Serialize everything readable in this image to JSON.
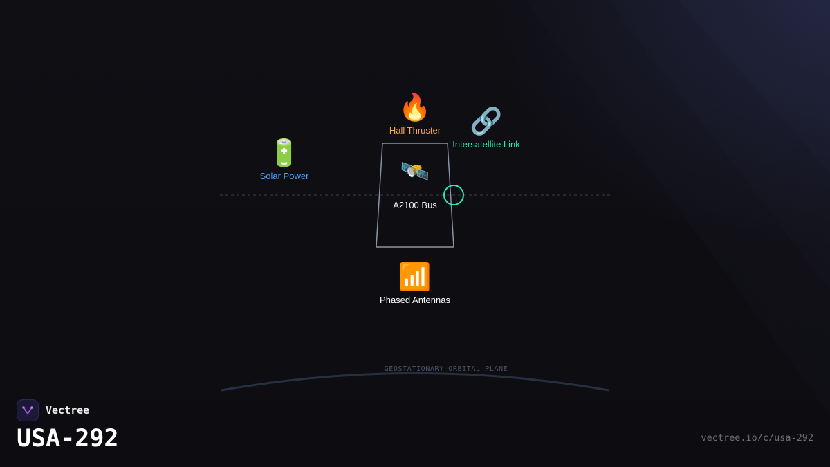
{
  "diagram": {
    "bus": {
      "icon": "satellite-icon",
      "glyph": "🛰️",
      "label": "A2100 Bus"
    },
    "components": {
      "solar": {
        "icon": "battery-icon",
        "glyph": "🔋",
        "label": "Solar Power",
        "color": "#4a9ff5"
      },
      "thruster": {
        "icon": "fire-icon",
        "glyph": "🔥",
        "label": "Hall Thruster",
        "color": "#f5a54a"
      },
      "link": {
        "icon": "link-icon",
        "glyph": "🔗",
        "label": "Intersatellite Link",
        "color": "#2ee6b8"
      },
      "antennas": {
        "icon": "signal-bars-icon",
        "glyph": "📶",
        "label": "Phased Antennas",
        "color": "#ffffff"
      }
    },
    "orbital_plane_label": "GEOSTATIONARY ORBITAL PLANE",
    "colors": {
      "bus_outline": "#8b93a8",
      "orbit_line": "#3a3f4e",
      "node_ring": "#2ee6b8"
    }
  },
  "brand": {
    "name": "Vectree",
    "logo_icon": "vectree-logo-icon"
  },
  "page": {
    "title": "USA-292",
    "url": "vectree.io/c/usa-292"
  }
}
